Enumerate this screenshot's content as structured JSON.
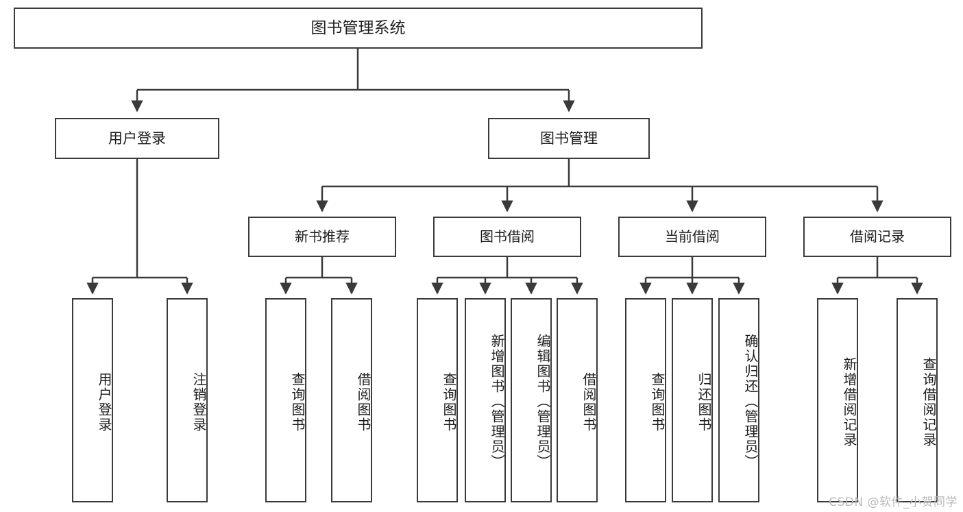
{
  "diagram": {
    "title": "图书管理系统",
    "type": "hierarchy-tree",
    "root": {
      "label": "图书管理系统"
    },
    "level2": [
      {
        "id": "user-login",
        "label": "用户登录"
      },
      {
        "id": "book-management",
        "label": "图书管理"
      }
    ],
    "level3": [
      {
        "id": "new-book-recommend",
        "label": "新书推荐",
        "parent": "book-management"
      },
      {
        "id": "book-borrow",
        "label": "图书借阅",
        "parent": "book-management"
      },
      {
        "id": "current-borrow",
        "label": "当前借阅",
        "parent": "book-management"
      },
      {
        "id": "borrow-record",
        "label": "借阅记录",
        "parent": "book-management"
      }
    ],
    "leaves": [
      {
        "id": "leaf-user-login",
        "label": "用户登录",
        "parent": "user-login"
      },
      {
        "id": "leaf-logout-login",
        "label": "注销登录",
        "parent": "user-login"
      },
      {
        "id": "leaf-query-book-1",
        "label": "查询图书",
        "parent": "new-book-recommend"
      },
      {
        "id": "leaf-borrow-book-1",
        "label": "借阅图书",
        "parent": "new-book-recommend"
      },
      {
        "id": "leaf-query-book-2",
        "label": "查询图书",
        "parent": "book-borrow"
      },
      {
        "id": "leaf-add-book",
        "label": "新增图书（管理员）",
        "parent": "book-borrow"
      },
      {
        "id": "leaf-edit-book",
        "label": "编辑图书（管理员）",
        "parent": "book-borrow"
      },
      {
        "id": "leaf-borrow-book-2",
        "label": "借阅图书",
        "parent": "book-borrow"
      },
      {
        "id": "leaf-query-book-3",
        "label": "查询图书",
        "parent": "current-borrow"
      },
      {
        "id": "leaf-return-book",
        "label": "归还图书",
        "parent": "current-borrow"
      },
      {
        "id": "leaf-confirm-return",
        "label": "确认归还（管理员）",
        "parent": "current-borrow"
      },
      {
        "id": "leaf-add-record",
        "label": "新增借阅记录",
        "parent": "borrow-record"
      },
      {
        "id": "leaf-query-record",
        "label": "查询借阅记录",
        "parent": "borrow-record"
      }
    ]
  },
  "watermark": {
    "text": "CSDN @软件_小贺同学"
  },
  "colors": {
    "border": "#3a3a3a",
    "background": "#ffffff",
    "text": "#1d1d1d",
    "watermark": "#b9b9b9"
  }
}
